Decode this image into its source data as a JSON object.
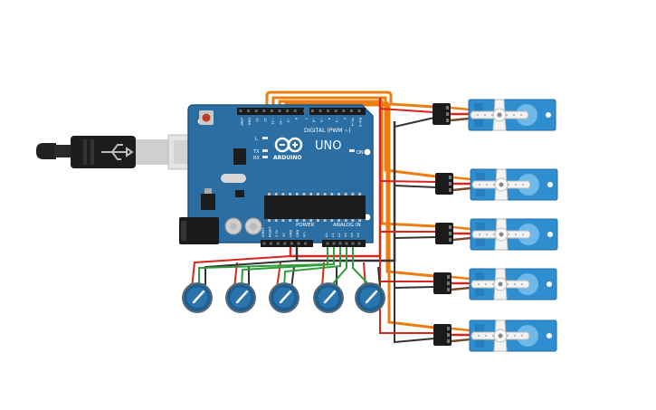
{
  "board": {
    "brand": "ARDUINO",
    "model": "UNO",
    "on_label": "ON",
    "digital_label": "DIGITAL (PWM ~)",
    "power_label": "POWER",
    "analog_label": "ANALOG IN",
    "led_l": "L",
    "led_tx": "TX",
    "led_rx": "RX",
    "top_pins": [
      "AREF",
      "GND",
      "13",
      "12",
      "~11",
      "~10",
      "~9",
      "8",
      "7",
      "~6",
      "~5",
      "4",
      "~3",
      "2",
      "TX→1",
      "RX←0"
    ],
    "power_pins": [
      "IOREF",
      "RESET",
      "3.3V",
      "5V",
      "GND",
      "GND",
      "Vin"
    ],
    "analog_pins": [
      "A0",
      "A1",
      "A2",
      "A3",
      "A4",
      "A5"
    ]
  },
  "colors": {
    "board": "#2a6ea3",
    "board_edge": "#1f5784",
    "servo": "#2f8ed0",
    "servo_dark": "#1e6da8",
    "knob": "#1f5f8f",
    "wire_orange": "#ee7d0f",
    "wire_red": "#d9261c",
    "wire_black": "#333333",
    "wire_green": "#2f9e3a"
  },
  "servos": [
    {
      "pin": "~9"
    },
    {
      "pin": "~10"
    },
    {
      "pin": "~11"
    },
    {
      "pin": "12"
    },
    {
      "pin": "13"
    }
  ],
  "potentiometers": [
    {
      "analog": "A0"
    },
    {
      "analog": "A1"
    },
    {
      "analog": "A2"
    },
    {
      "analog": "A3"
    },
    {
      "analog": "A4"
    }
  ]
}
